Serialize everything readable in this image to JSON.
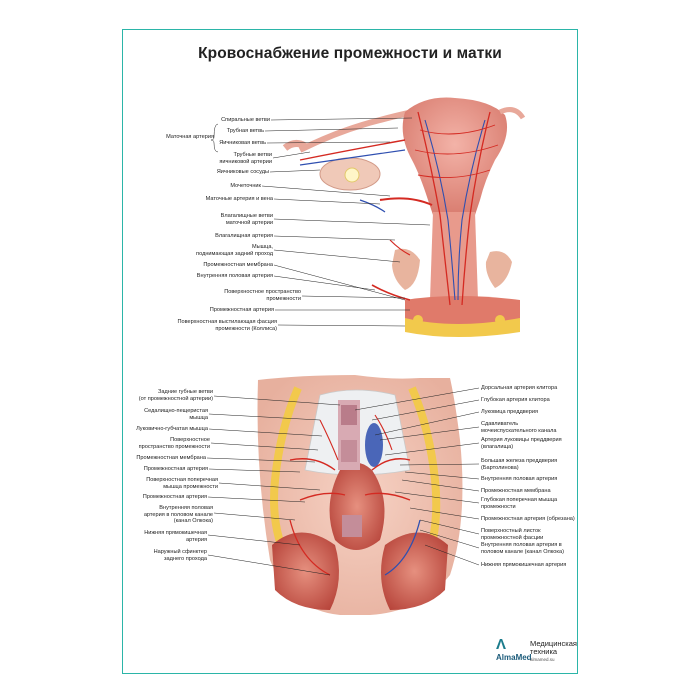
{
  "title": "Кровоснабжение промежности и матки",
  "upper_labels": {
    "uterine_artery": "Маточная артерия",
    "spiral": "Спиральные ветви",
    "tubal": "Трубная ветвь",
    "ovarian_branch": "Яичниковая ветвь",
    "tubal_branches": "Трубные ветви\nяичниковой артерии",
    "ovarian_vessels": "Яичниковые сосуды",
    "ureter": "Мочеточник",
    "uterine_av": "Маточные артерия и вена",
    "vaginal_branches": "Влагалищные ветви\nматочной артерии",
    "vaginal_artery": "Влагалищная артерия",
    "levator": "Мышца,\nподнимающая задний проход",
    "perineal_membrane": "Промежностная мембрана",
    "internal_pudendal": "Внутренняя половая артерия",
    "superficial_space": "Поверхностное пространство\nпромежности",
    "perineal_artery": "Промежностная артерия",
    "colles": "Поверхностная выстилающая фасция\nпромежности (Коллиса)"
  },
  "lower_left": {
    "posterior_labial": "Задние губные ветви\n(от промежностной артерии)",
    "ischiocavernosus": "Седалищно-пещеристая\nмышца",
    "bulbospongiosus": "Луковично-губчатая мышца",
    "superficial_space": "Поверхностное\nпространство промежности",
    "perineal_membrane": "Промежностная мембрана",
    "perineal_artery": "Промежностная артерия",
    "sup_transverse": "Поверхностная поперечная\nмышца промежности",
    "perineal_artery2": "Промежностная артерия",
    "int_pudendal_canal": "Внутренняя половая\nартерия в половом канале\n(канал Олкока)",
    "inferior_rectal": "Нижняя прямокишечная\nартерия",
    "ext_sphincter": "Наружный сфинктер\nзаднего прохода"
  },
  "lower_right": {
    "dorsal_clitoris": "Дорсальная артерия клитора",
    "deep_clitoris": "Глубокая артерия клитора",
    "vestibule_bulb": "Луковица преддверия",
    "urethral_sphincter": "Сдавливатель\nмочеиспускательного канала",
    "bulb_artery": "Артерия луковицы преддверия\n(влагалища)",
    "bartholin": "Большая железа преддверия\n(Бартолинова)",
    "int_pudendal": "Внутренняя половая артерия",
    "perineal_membrane": "Промежностная мембрана",
    "deep_transverse": "Глубокая поперечная мышца\nпромежности",
    "perineal_cut": "Промежностная артерия (обрезана)",
    "sup_fascia": "Поверхностный листок\nпромежностной фасции",
    "int_pudendal_canal": "Внутренняя половая артерия в\nполовом канале (канал Олкока)",
    "inferior_rectal": "Нижняя прямокишечная артерия"
  },
  "brand": {
    "symbol": "Λ",
    "name": "AlmaMed",
    "tagline": "Медицинская\nтехника",
    "site": "almamed.su"
  },
  "colors": {
    "frame": "#2bb5a8",
    "artery": "#d42a22",
    "vein": "#2f4fb0",
    "muscle": "#c95a4c",
    "fat": "#f2c94c"
  }
}
